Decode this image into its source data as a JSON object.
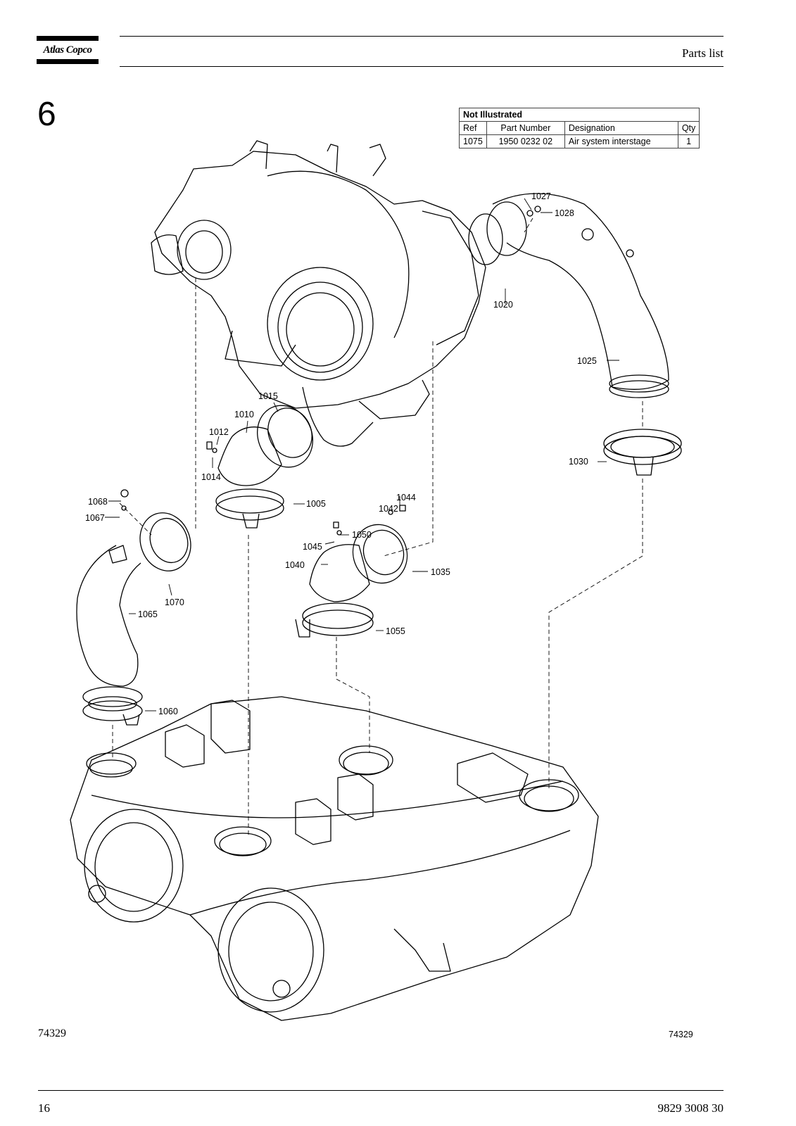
{
  "header": {
    "brand": "Atlas Copco",
    "title": "Parts list"
  },
  "chapter_number": "6",
  "not_illustrated": {
    "caption": "Not Illustrated",
    "columns": [
      "Ref",
      "Part Number",
      "Designation",
      "Qty"
    ],
    "rows": [
      {
        "ref": "1075",
        "part_number": "1950 0232 02",
        "designation": "Air system interstage",
        "qty": "1"
      }
    ]
  },
  "callouts": {
    "c1005": "1005",
    "c1010": "1010",
    "c1012": "1012",
    "c1014": "1014",
    "c1015": "1015",
    "c1020": "1020",
    "c1025": "1025",
    "c1027": "1027",
    "c1028": "1028",
    "c1030": "1030",
    "c1035": "1035",
    "c1040": "1040",
    "c1042": "1042",
    "c1044": "1044",
    "c1045": "1045",
    "c1050": "1050",
    "c1055": "1055",
    "c1060": "1060",
    "c1065": "1065",
    "c1067": "1067",
    "c1068": "1068",
    "c1070": "1070"
  },
  "figure_number": "74329",
  "figure_number_drawing": "74329",
  "footer": {
    "page_number": "16",
    "document_number": "9829 3008 30"
  }
}
